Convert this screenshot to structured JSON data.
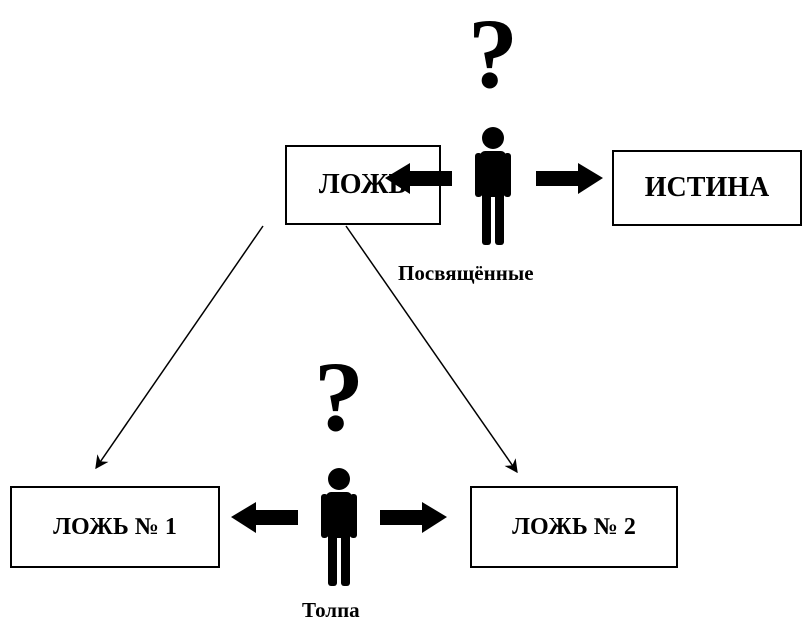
{
  "diagram": {
    "top_box_lie": "ЛОЖЬ",
    "top_box_truth": "ИСТИНА",
    "initiates_label": "Посвящённые",
    "bottom_box_lie1": "ЛОЖЬ № 1",
    "bottom_box_lie2": "ЛОЖЬ № 2",
    "crowd_label": "Толпа",
    "question_mark": "?"
  },
  "colors": {
    "ink": "#000000",
    "background": "#ffffff"
  },
  "icons": [
    "person-icon",
    "arrow-left-icon",
    "arrow-right-icon",
    "question-mark-icon"
  ]
}
